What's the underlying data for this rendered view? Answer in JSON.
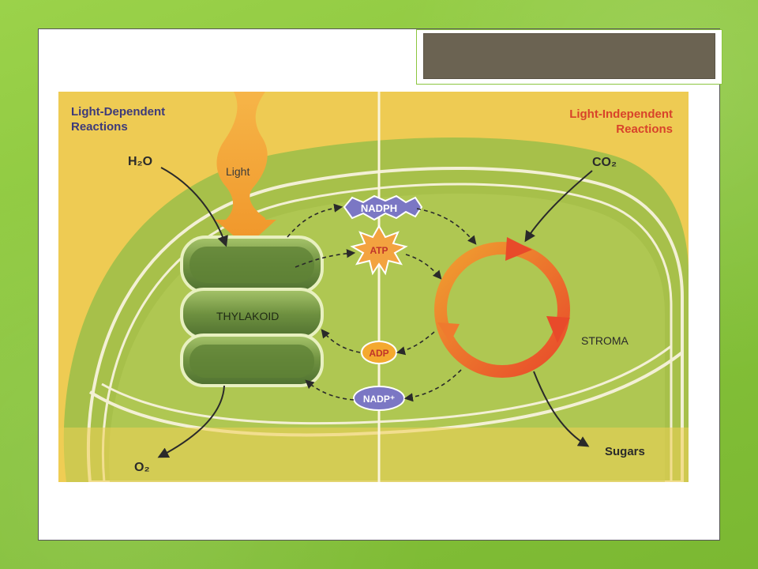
{
  "slide": {
    "left_heading_line1": "Light-Dependent",
    "left_heading_line2": "Reactions",
    "right_heading_line1": "Light-Independent",
    "right_heading_line2": "Reactions",
    "water": "H₂O",
    "light": "Light",
    "co2": "CO₂",
    "nadph": "NADPH",
    "atp": "ATP",
    "adp": "ADP",
    "nadp": "NADP⁺",
    "thylakoid": "THYLAKOID",
    "stroma": "STROMA",
    "oxygen": "O₂",
    "sugars": "Sugars"
  },
  "colors": {
    "slide_background": "#8cc63f",
    "title_tab_fill": "#6b6352",
    "heading_left": "#3d3a7a",
    "heading_right": "#d8432a",
    "chloroplast_fill": "#a6c24a",
    "panel_background": "#f1cf56",
    "cycle_arrow": "#ea5a2a",
    "nadph_fill": "#7b77c4",
    "atp_fill": "#f3a340",
    "adp_fill": "#f4a92f",
    "nadp_fill": "#7b77c4",
    "thylakoid_fill": "#7ea04a"
  }
}
